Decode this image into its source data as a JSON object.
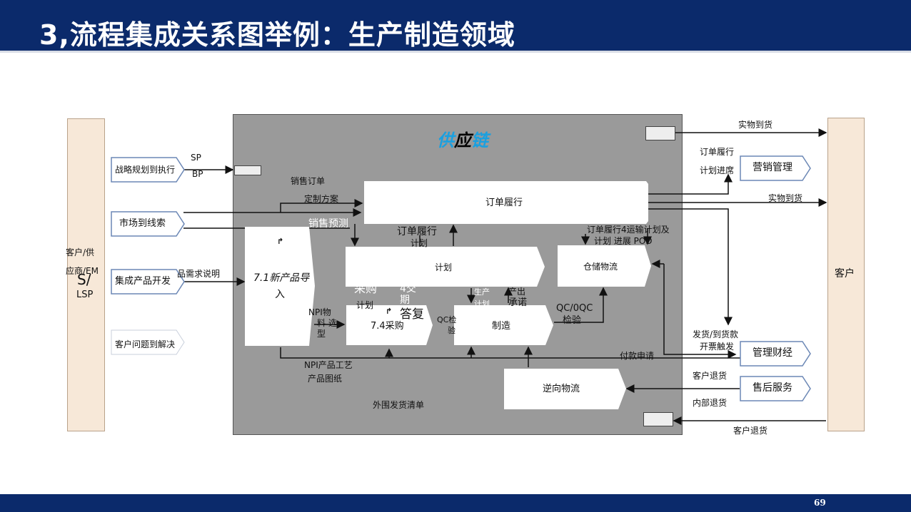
{
  "header": {
    "title": "3,流程集成关系图举例：生产制造领域"
  },
  "footer": {
    "page_number": "69"
  },
  "diagram": {
    "left_actor": {
      "line1": "客户/供",
      "line2": "应商/EM",
      "line3": "S/",
      "line4": "LSP"
    },
    "right_actor": {
      "label": "客户"
    },
    "supply_chain_label": {
      "part1": "供",
      "part2": "应",
      "part3": "链"
    },
    "left_processes": [
      "战略规划到执行",
      "市场到线索",
      "集成产品开发",
      "客户问题到解决"
    ],
    "right_processes": [
      "营销管理",
      "管理财经",
      "售后服务"
    ],
    "boxes": {
      "order": "订单履行",
      "plan": "计划",
      "warehouse": "仓储物流",
      "npi_line1": "7.1新产品导",
      "npi_line2": "入",
      "purchase": "7.4采购",
      "manufacture": "制造",
      "reverse": "逆向物流"
    },
    "labels": {
      "sp": "SP",
      "bp": "BP",
      "sales_order": "销售订单",
      "custom_plan": "定制方案",
      "sales_forecast": "销售预测",
      "order_plan_1": "订单履行",
      "order_plan_2": "计划",
      "transport_1": "订单履行4运输计划及",
      "transport_2": "计划   进展 POD",
      "product_req": "品需求说明",
      "purchase_plan_1": "采购",
      "purchase_plan_2": "计划",
      "delivery_1": "4交",
      "delivery_2": "期",
      "delivery_3": "答复",
      "prod_plan_1": "生产",
      "prod_plan_2": "计划",
      "output_1": "产出",
      "output_2": "承诺",
      "qc_1": "QC/0QC",
      "qc_2": "检验",
      "npi_material_1": "NPI物",
      "npi_material_2": "料 选",
      "npi_material_3": "型",
      "qc_check_1": "QC检",
      "qc_check_2": "验",
      "npi_process_1": "NPI产品工艺",
      "npi_process_2": "产品图纸",
      "peripheral": "外围发货清单",
      "actual_arrival_1": "实物到货",
      "actual_arrival_2": "实物到货",
      "order_progress_1": "订单履行",
      "order_progress_2": "计划进席",
      "ship_invoice_1": "发货/到货款",
      "ship_invoice_2": "开票触发",
      "payment_request": "付款申请",
      "customer_return_1": "客户退货",
      "internal_return": "内部退货",
      "customer_return_2": "客户退货"
    }
  }
}
